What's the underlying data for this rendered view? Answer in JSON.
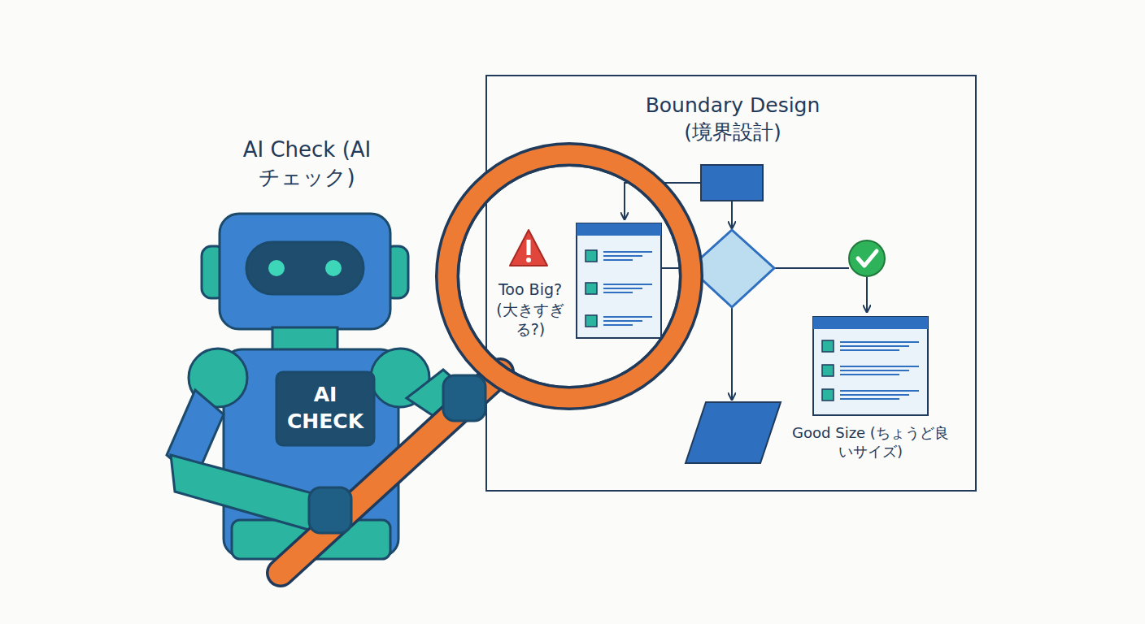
{
  "diagram": {
    "nodes": [
      {
        "text": [
          "Boundary Design (境界設計)"
        ]
      },
      {
        "text": [
          "Too Big? (大きすぎる?)"
        ],
        "in": 0
      },
      {
        "text": [
          "Good Size (ちょうど良いサイズ)"
        ],
        "in": 0
      }
    ],
    "labels": [
      "AI Check (AIチェック)",
      "AI CHECK"
    ]
  }
}
